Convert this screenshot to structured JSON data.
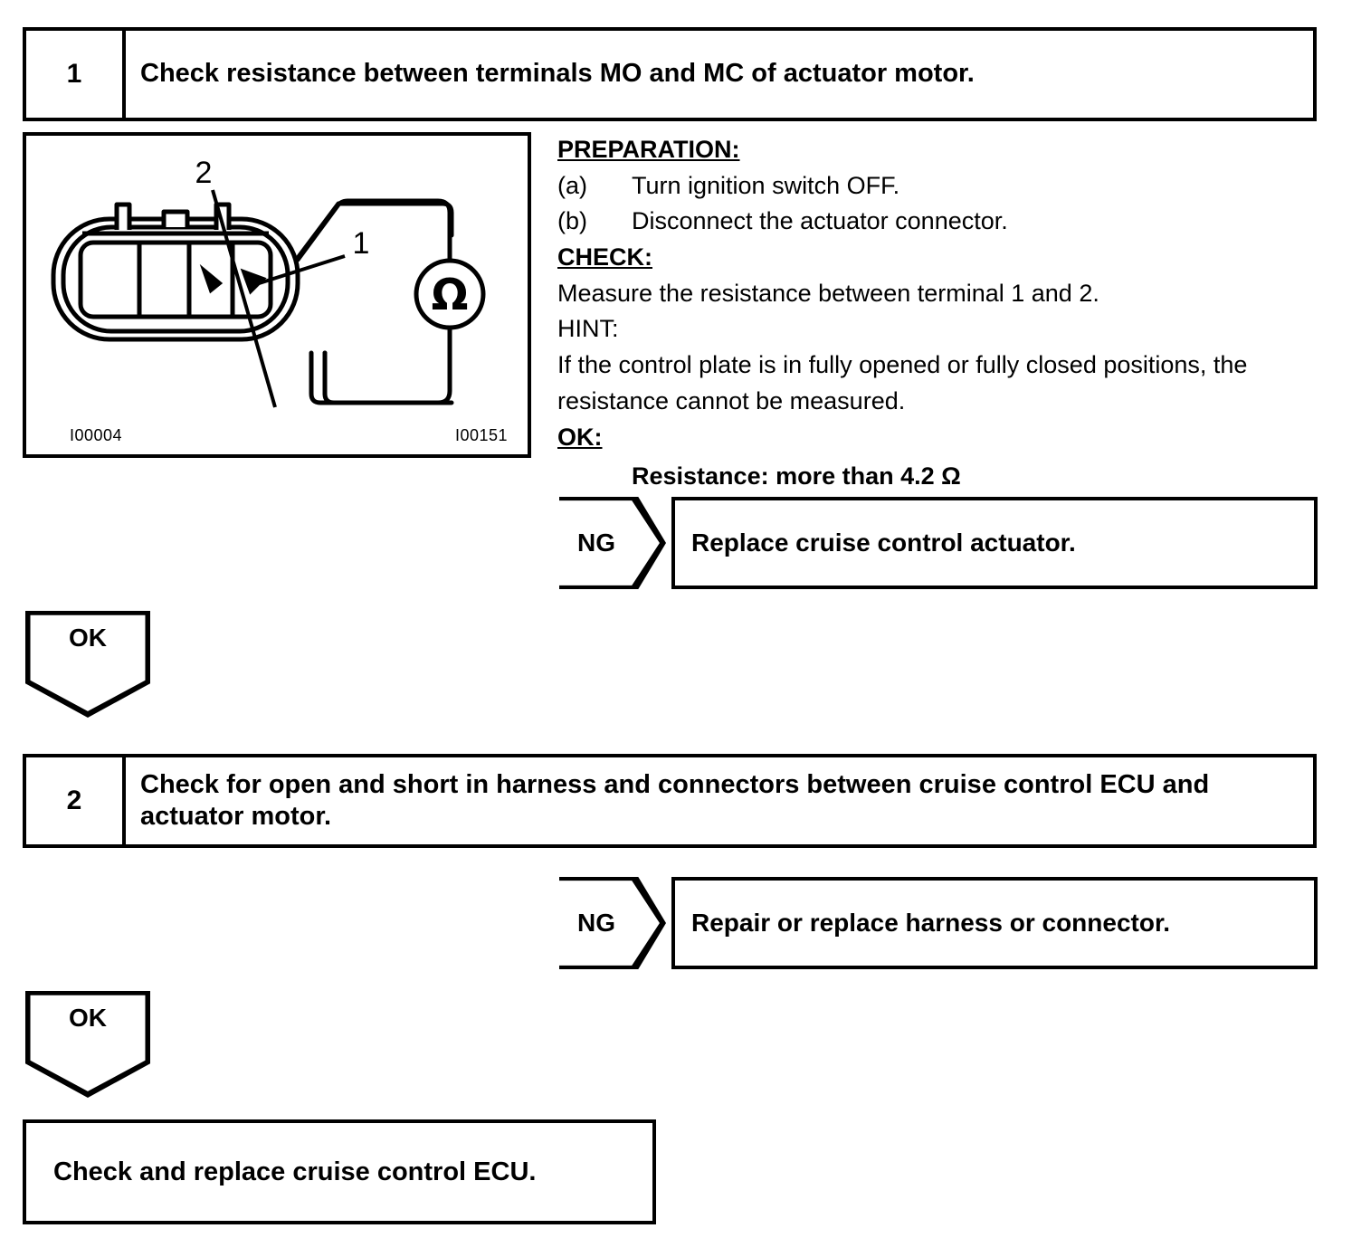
{
  "document": {
    "type": "diagnostic-flowchart",
    "title": "Cruise control actuator motor circuit inspection"
  },
  "steps": [
    {
      "number": "1",
      "title": "Check resistance between terminals MO and MC of actuator motor."
    },
    {
      "number": "2",
      "title": "Check for open and short in harness and connectors between cruise control ECU and actuator motor."
    }
  ],
  "figure": {
    "id_left": "I00004",
    "id_right": "I00151",
    "callouts": [
      "1",
      "2"
    ],
    "meter_symbol": "Ω",
    "description": "Actuator connector with ohmmeter probes on terminals 1 and 2"
  },
  "instructions": {
    "preparation_heading": "PREPARATION:",
    "preparation_items": [
      {
        "marker": "(a)",
        "text": "Turn ignition switch OFF."
      },
      {
        "marker": "(b)",
        "text": "Disconnect the actuator connector."
      }
    ],
    "check_heading": "CHECK:",
    "check_text": "Measure the resistance between terminal 1 and 2.",
    "hint_heading": "HINT:",
    "hint_line1": "If the control plate is in fully opened or fully closed positions, the",
    "hint_line2": "resistance cannot be measured.",
    "ok_heading": "OK:",
    "ok_spec": "Resistance: more than 4.2 Ω"
  },
  "branches": {
    "ng_label": "NG",
    "ok_label": "OK",
    "ng_step1_action": "Replace cruise control actuator.",
    "ng_step2_action": "Repair or replace harness or connector."
  },
  "final": {
    "action": "Check and replace cruise control ECU."
  },
  "colors": {
    "ink": "#000000",
    "paper": "#ffffff"
  }
}
